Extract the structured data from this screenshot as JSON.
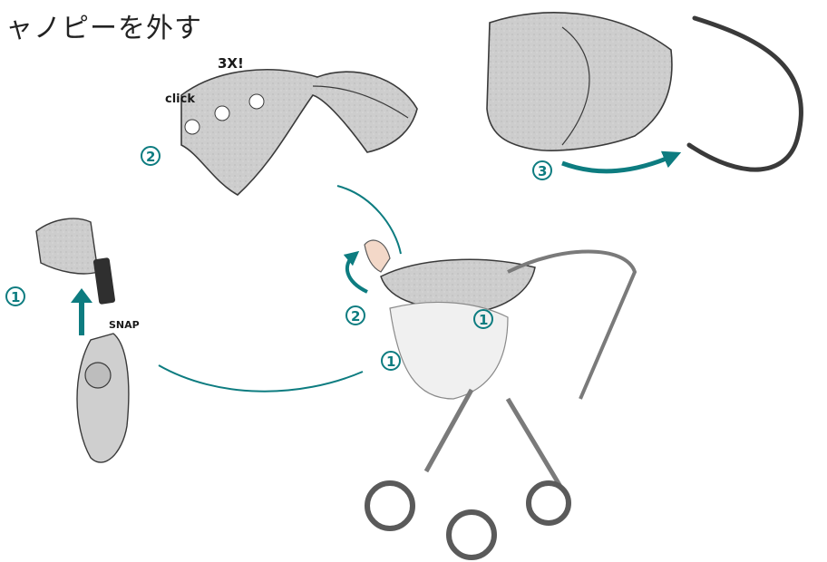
{
  "title": "ャノピーを外す",
  "colors": {
    "accent": "#0d7c80",
    "fabric": "#cfcfcf",
    "outline": "#3a3a3a"
  },
  "labels": {
    "click": "click",
    "repeat": "3X!",
    "snap": "SNAP"
  },
  "steps": {
    "s1_left": "1",
    "s2_top": "2",
    "s3_top": "3",
    "s1_stroller_a": "1",
    "s1_stroller_b": "1",
    "s2_stroller": "2"
  },
  "icons": [
    "up-arrow-icon",
    "curved-arrow-icon",
    "hand-icon"
  ]
}
